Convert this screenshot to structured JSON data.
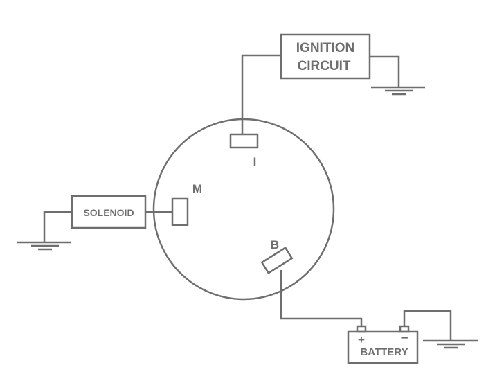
{
  "colors": {
    "line": "#6e6e6e",
    "background": "#ffffff"
  },
  "components": {
    "ignition": {
      "line1": "IGNITION",
      "line2": "CIRCUIT"
    },
    "solenoid": {
      "label": "SOLENOID"
    },
    "battery": {
      "label": "BATTERY",
      "plus": "+",
      "minus": "−"
    }
  },
  "terminals": {
    "i": "I",
    "m": "M",
    "b": "B"
  }
}
